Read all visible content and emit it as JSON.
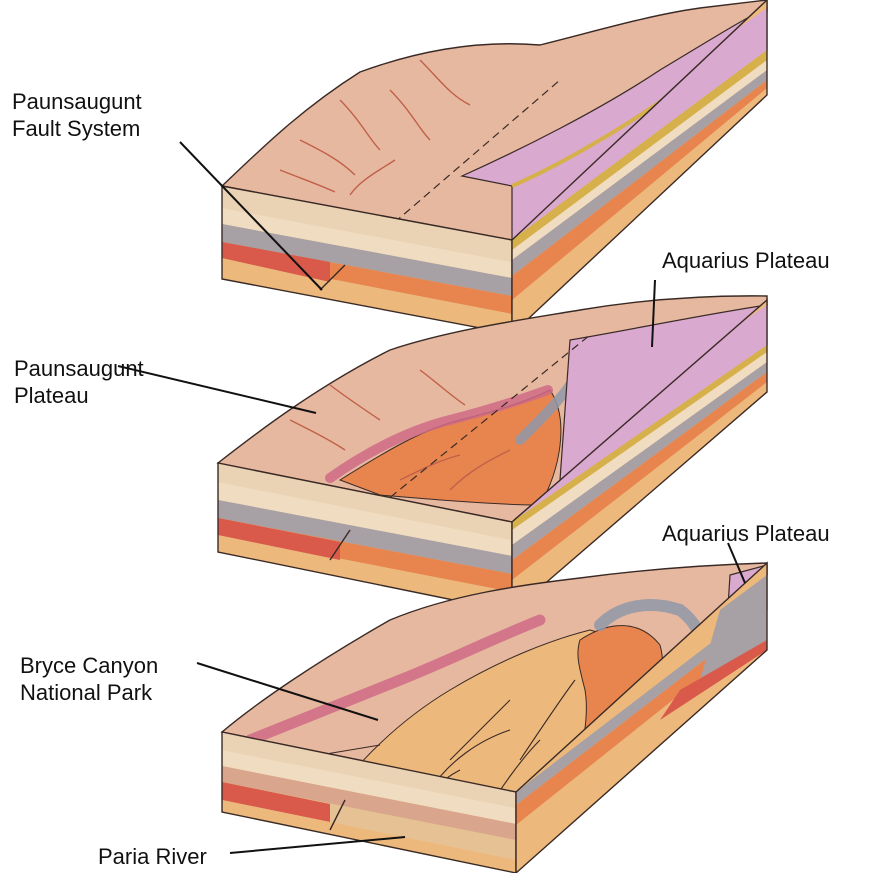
{
  "labels": {
    "fault_system": [
      "Paunsaugunt",
      "Fault System"
    ],
    "aquarius_plateau_mid": "Aquarius Plateau",
    "paunsaugunt_plateau": [
      "Paunsaugunt",
      "Plateau"
    ],
    "aquarius_plateau_low": "Aquarius Plateau",
    "bryce_canyon": [
      "Bryce Canyon",
      "National Park"
    ],
    "paria_river": "Paria River"
  },
  "colors": {
    "surface": "#e7b8a0",
    "surface_dark": "#d9a58c",
    "pink": "#d9a9cf",
    "tan": "#e6c193",
    "cream": "#f0dcc0",
    "gray": "#a7a0a5",
    "orange": "#e8854f",
    "red": "#d95a4a",
    "gold": "#edb87c",
    "yellow_line": "#d6b04a",
    "outline": "#3a2a25",
    "bryce_pink": "#cf6a86",
    "bluegray": "#8f98a8"
  }
}
